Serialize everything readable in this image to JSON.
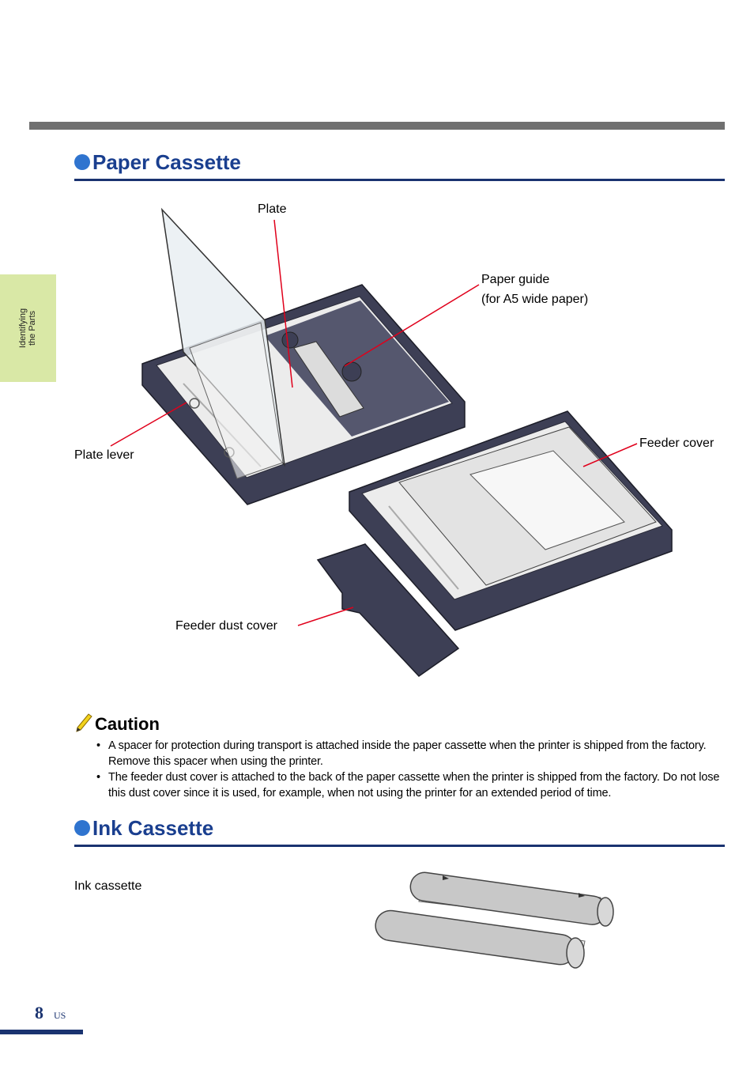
{
  "side_tab": {
    "line1": "Identifying",
    "line2": "the Parts"
  },
  "paper_section": {
    "title": "Paper Cassette",
    "labels": {
      "plate": "Plate",
      "paper_guide_1": "Paper guide",
      "paper_guide_2": "(for A5 wide paper)",
      "plate_lever": "Plate lever",
      "feeder_cover": "Feeder cover",
      "feeder_dust_cover": "Feeder dust cover"
    }
  },
  "caution": {
    "heading": "Caution",
    "items": [
      "A spacer for protection during transport is attached inside the paper cassette when the printer is shipped from the factory.  Remove this spacer when using the printer.",
      "The feeder dust cover is attached to the back of the paper cassette when the printer is shipped from the factory. Do not lose this dust cover since it is used, for example, when not using the printer for an extended period of time."
    ]
  },
  "ink_section": {
    "title": "Ink Cassette",
    "labels": {
      "ink_cassette": "Ink cassette"
    }
  },
  "footer": {
    "page_number": "8",
    "suffix": "US"
  },
  "colors": {
    "title_blue": "#1a3f8f",
    "bullet_blue": "#2f74cf",
    "side_tab_green": "#d9e8a6",
    "callout_red": "#e0001b"
  }
}
